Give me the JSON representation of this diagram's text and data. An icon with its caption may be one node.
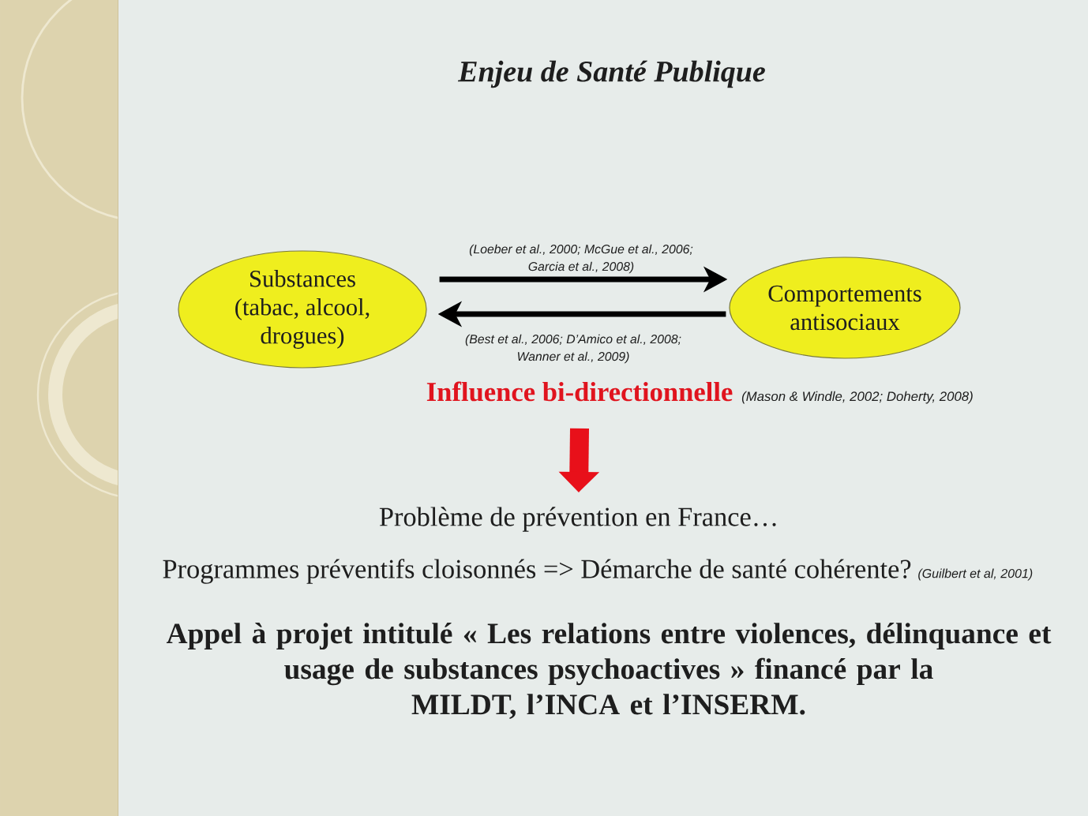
{
  "diagram": {
    "title": "Enjeu de Santé Publique",
    "nodes": [
      {
        "text": [
          "Substances (tabac, alcool, drogues)"
        ]
      },
      {
        "text": [
          "Comportements antisociaux"
        ]
      },
      {
        "text": [
          "Influence bi-directionnelle"
        ],
        "beside": [
          "(Mason & Windle, 2002; Doherty, 2008)"
        ]
      },
      {
        "text": [
          "Problème de prévention en France…"
        ]
      }
    ],
    "edges": [
      {
        "from": 0,
        "to": 1,
        "arrow": "to",
        "label": "(Loeber et al., 2000; McGue et al., 2006; Garcia et al., 2008)"
      },
      {
        "from": 1,
        "to": 0,
        "arrow": "to",
        "label": "(Best et al., 2006; D’Amico et al., 2008; Wanner et al., 2009)"
      },
      {
        "from": 2,
        "to": 3,
        "arrow": "to",
        "style": "thick",
        "color": "#e8101a"
      }
    ],
    "labels": [
      "Programmes préventifs cloisonnés => Démarche de santé cohérente?",
      "(Guilbert et al, 2001)",
      "Appel à projet intitulé « Les relations entre violences, délinquance et usage de substances psychoactives » financé par la MILDT, l’INCA et l’INSERM."
    ]
  }
}
